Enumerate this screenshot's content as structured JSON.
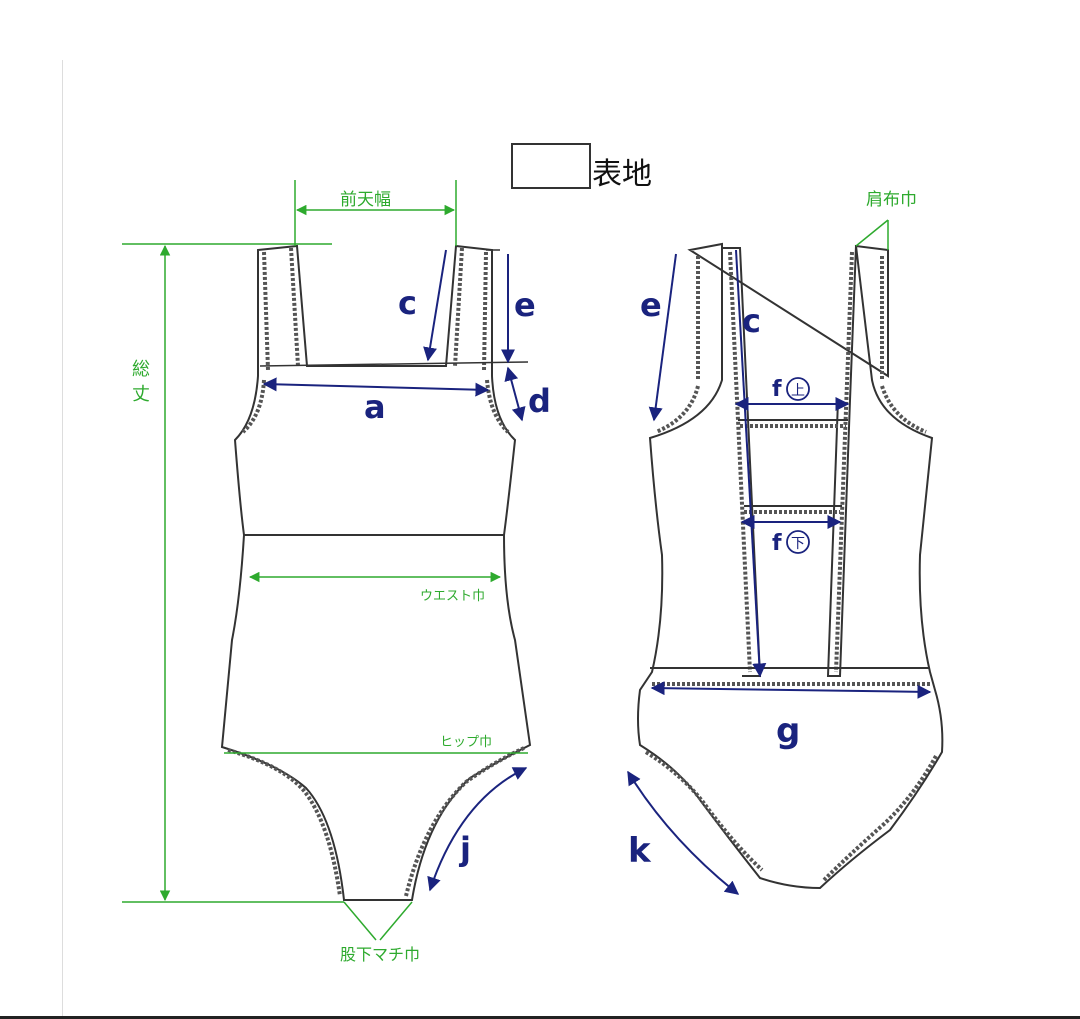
{
  "legend": {
    "label": "表地"
  },
  "front": {
    "front_width": "前天幅",
    "total_length_1": "総",
    "total_length_2": "丈",
    "waist_width": "ウエスト巾",
    "hip_width": "ヒップ巾",
    "crotch_width": "股下マチ巾",
    "a": "a",
    "c": "c",
    "d": "d",
    "e": "e",
    "j": "j"
  },
  "back": {
    "shoulder_width": "肩布巾",
    "e": "e",
    "c": "c",
    "f_upper_letter": "f",
    "f_upper_circle": "上",
    "f_lower_letter": "f",
    "f_lower_circle": "下",
    "g": "g",
    "k": "k"
  },
  "colors": {
    "green": "#2eaa2e",
    "blue": "#1a237e",
    "outline": "#333333"
  }
}
